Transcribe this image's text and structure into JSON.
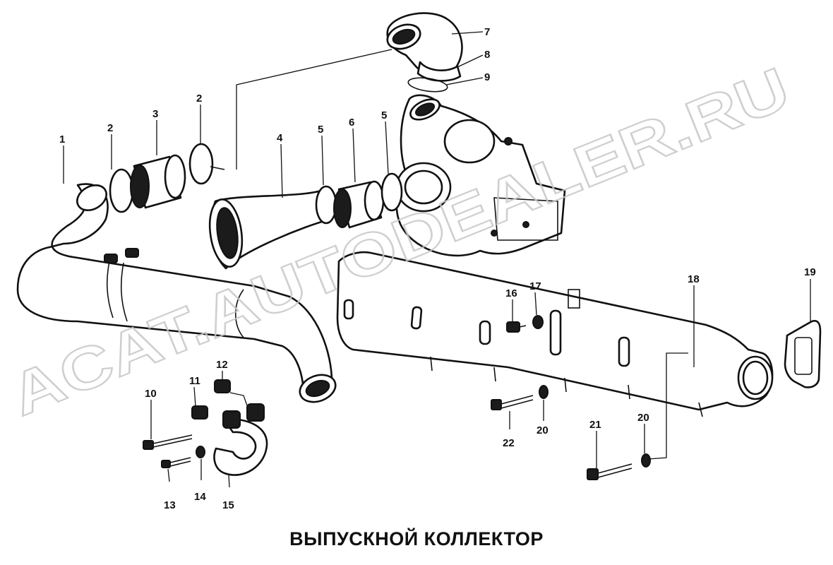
{
  "title": "ВЫПУСКНОЙ КОЛЛЕКТОР",
  "watermark": "ACAT.AUTODEALER.RU",
  "callouts": [
    "1",
    "2",
    "2",
    "3",
    "4",
    "5",
    "5",
    "6",
    "7",
    "8",
    "9",
    "10",
    "11",
    "12",
    "13",
    "14",
    "15",
    "16",
    "17",
    "18",
    "19",
    "20",
    "20",
    "21",
    "22"
  ],
  "colors": {
    "ink": "#111111",
    "watermark": "#c7c7c7",
    "background": "#ffffff"
  }
}
